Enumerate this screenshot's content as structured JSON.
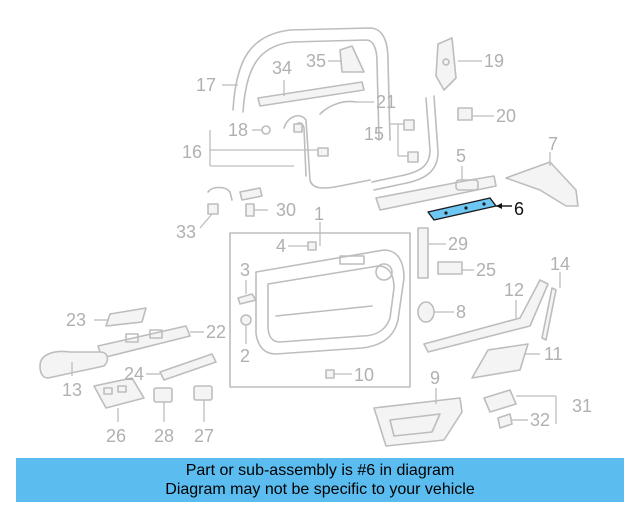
{
  "callouts": [
    "1",
    "2",
    "3",
    "4",
    "5",
    "6",
    "7",
    "8",
    "9",
    "10",
    "11",
    "12",
    "13",
    "14",
    "15",
    "16",
    "17",
    "18",
    "19",
    "20",
    "21",
    "22",
    "23",
    "24",
    "25",
    "26",
    "27",
    "28",
    "29",
    "30",
    "31",
    "32",
    "33",
    "34",
    "35"
  ],
  "highlighted_part": "6",
  "banner": {
    "line1": "Part or sub-assembly is #6 in diagram",
    "line2": "Diagram may not be specific to your vehicle"
  },
  "colors": {
    "highlight": "#6ec6f2",
    "banner": "#5bbcf0",
    "line": "#bdbdbd"
  }
}
